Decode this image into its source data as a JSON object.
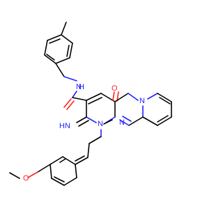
{
  "molecule": {
    "atom_labels": {
      "carbonyl_o": "O",
      "amide_nh": "N",
      "amide_h": "H",
      "ring_n1": "N",
      "ring_n2": "N",
      "ring_n3": "N",
      "imine_label": "HN",
      "methoxy_o": "O"
    }
  },
  "colors": {
    "bond": "#000000",
    "nitrogen": "#2222ff",
    "oxygen": "#ff2020",
    "background": "#ffffff"
  }
}
